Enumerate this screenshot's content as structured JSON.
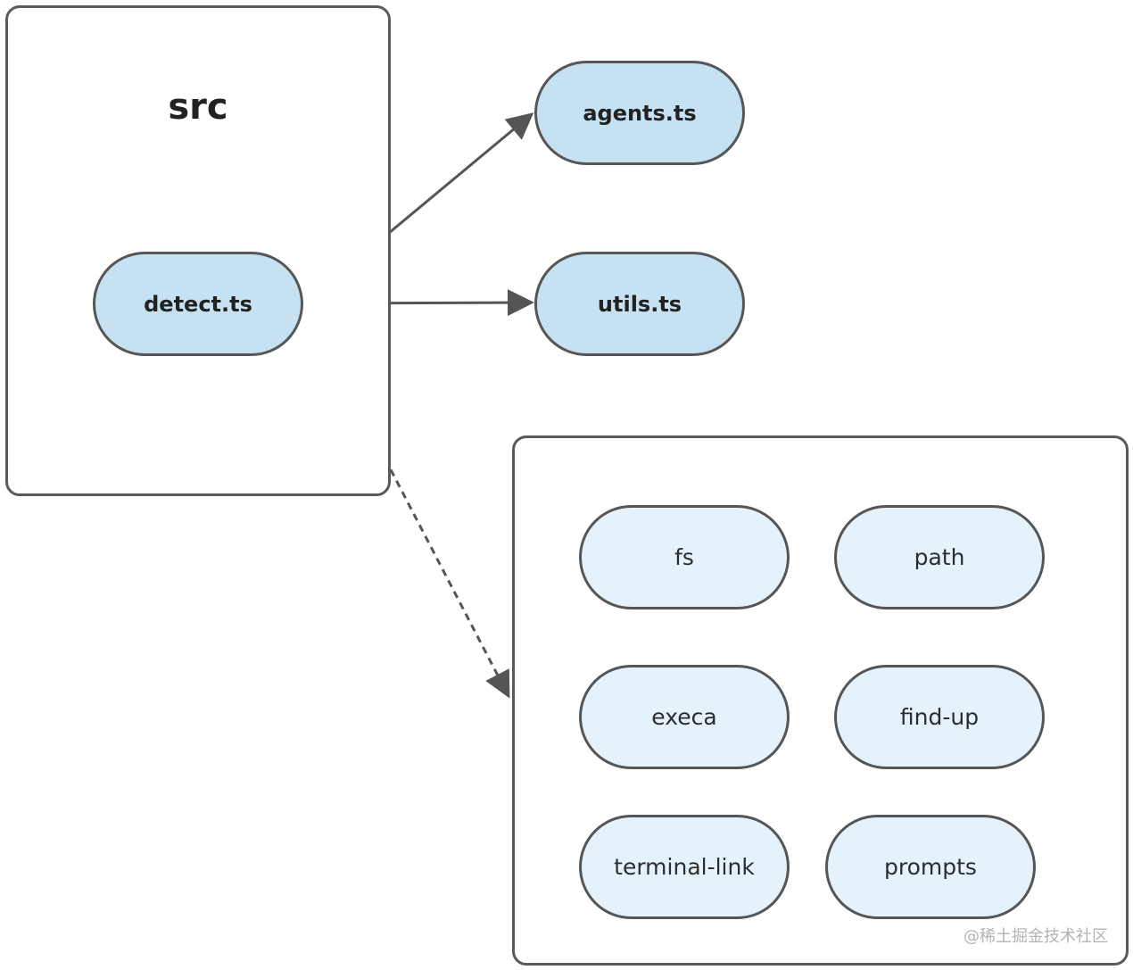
{
  "diagram": {
    "groups": {
      "src": {
        "title": "src"
      },
      "deps": {
        "title": ""
      }
    },
    "nodes": {
      "detect": {
        "label": "detect.ts"
      },
      "agents": {
        "label": "agents.ts"
      },
      "utils": {
        "label": "utils.ts"
      },
      "fs": {
        "label": "fs"
      },
      "path": {
        "label": "path"
      },
      "execa": {
        "label": "execa"
      },
      "find_up": {
        "label": "find-up"
      },
      "terminal_link": {
        "label": "terminal-link"
      },
      "prompts": {
        "label": "prompts"
      }
    },
    "edges": [
      {
        "from": "detect.ts",
        "to": "agents.ts",
        "style": "solid"
      },
      {
        "from": "detect.ts",
        "to": "utils.ts",
        "style": "solid"
      },
      {
        "from": "detect.ts",
        "to": "dependencies",
        "style": "dashed"
      }
    ]
  },
  "watermark": "@稀土掘金技术社区"
}
